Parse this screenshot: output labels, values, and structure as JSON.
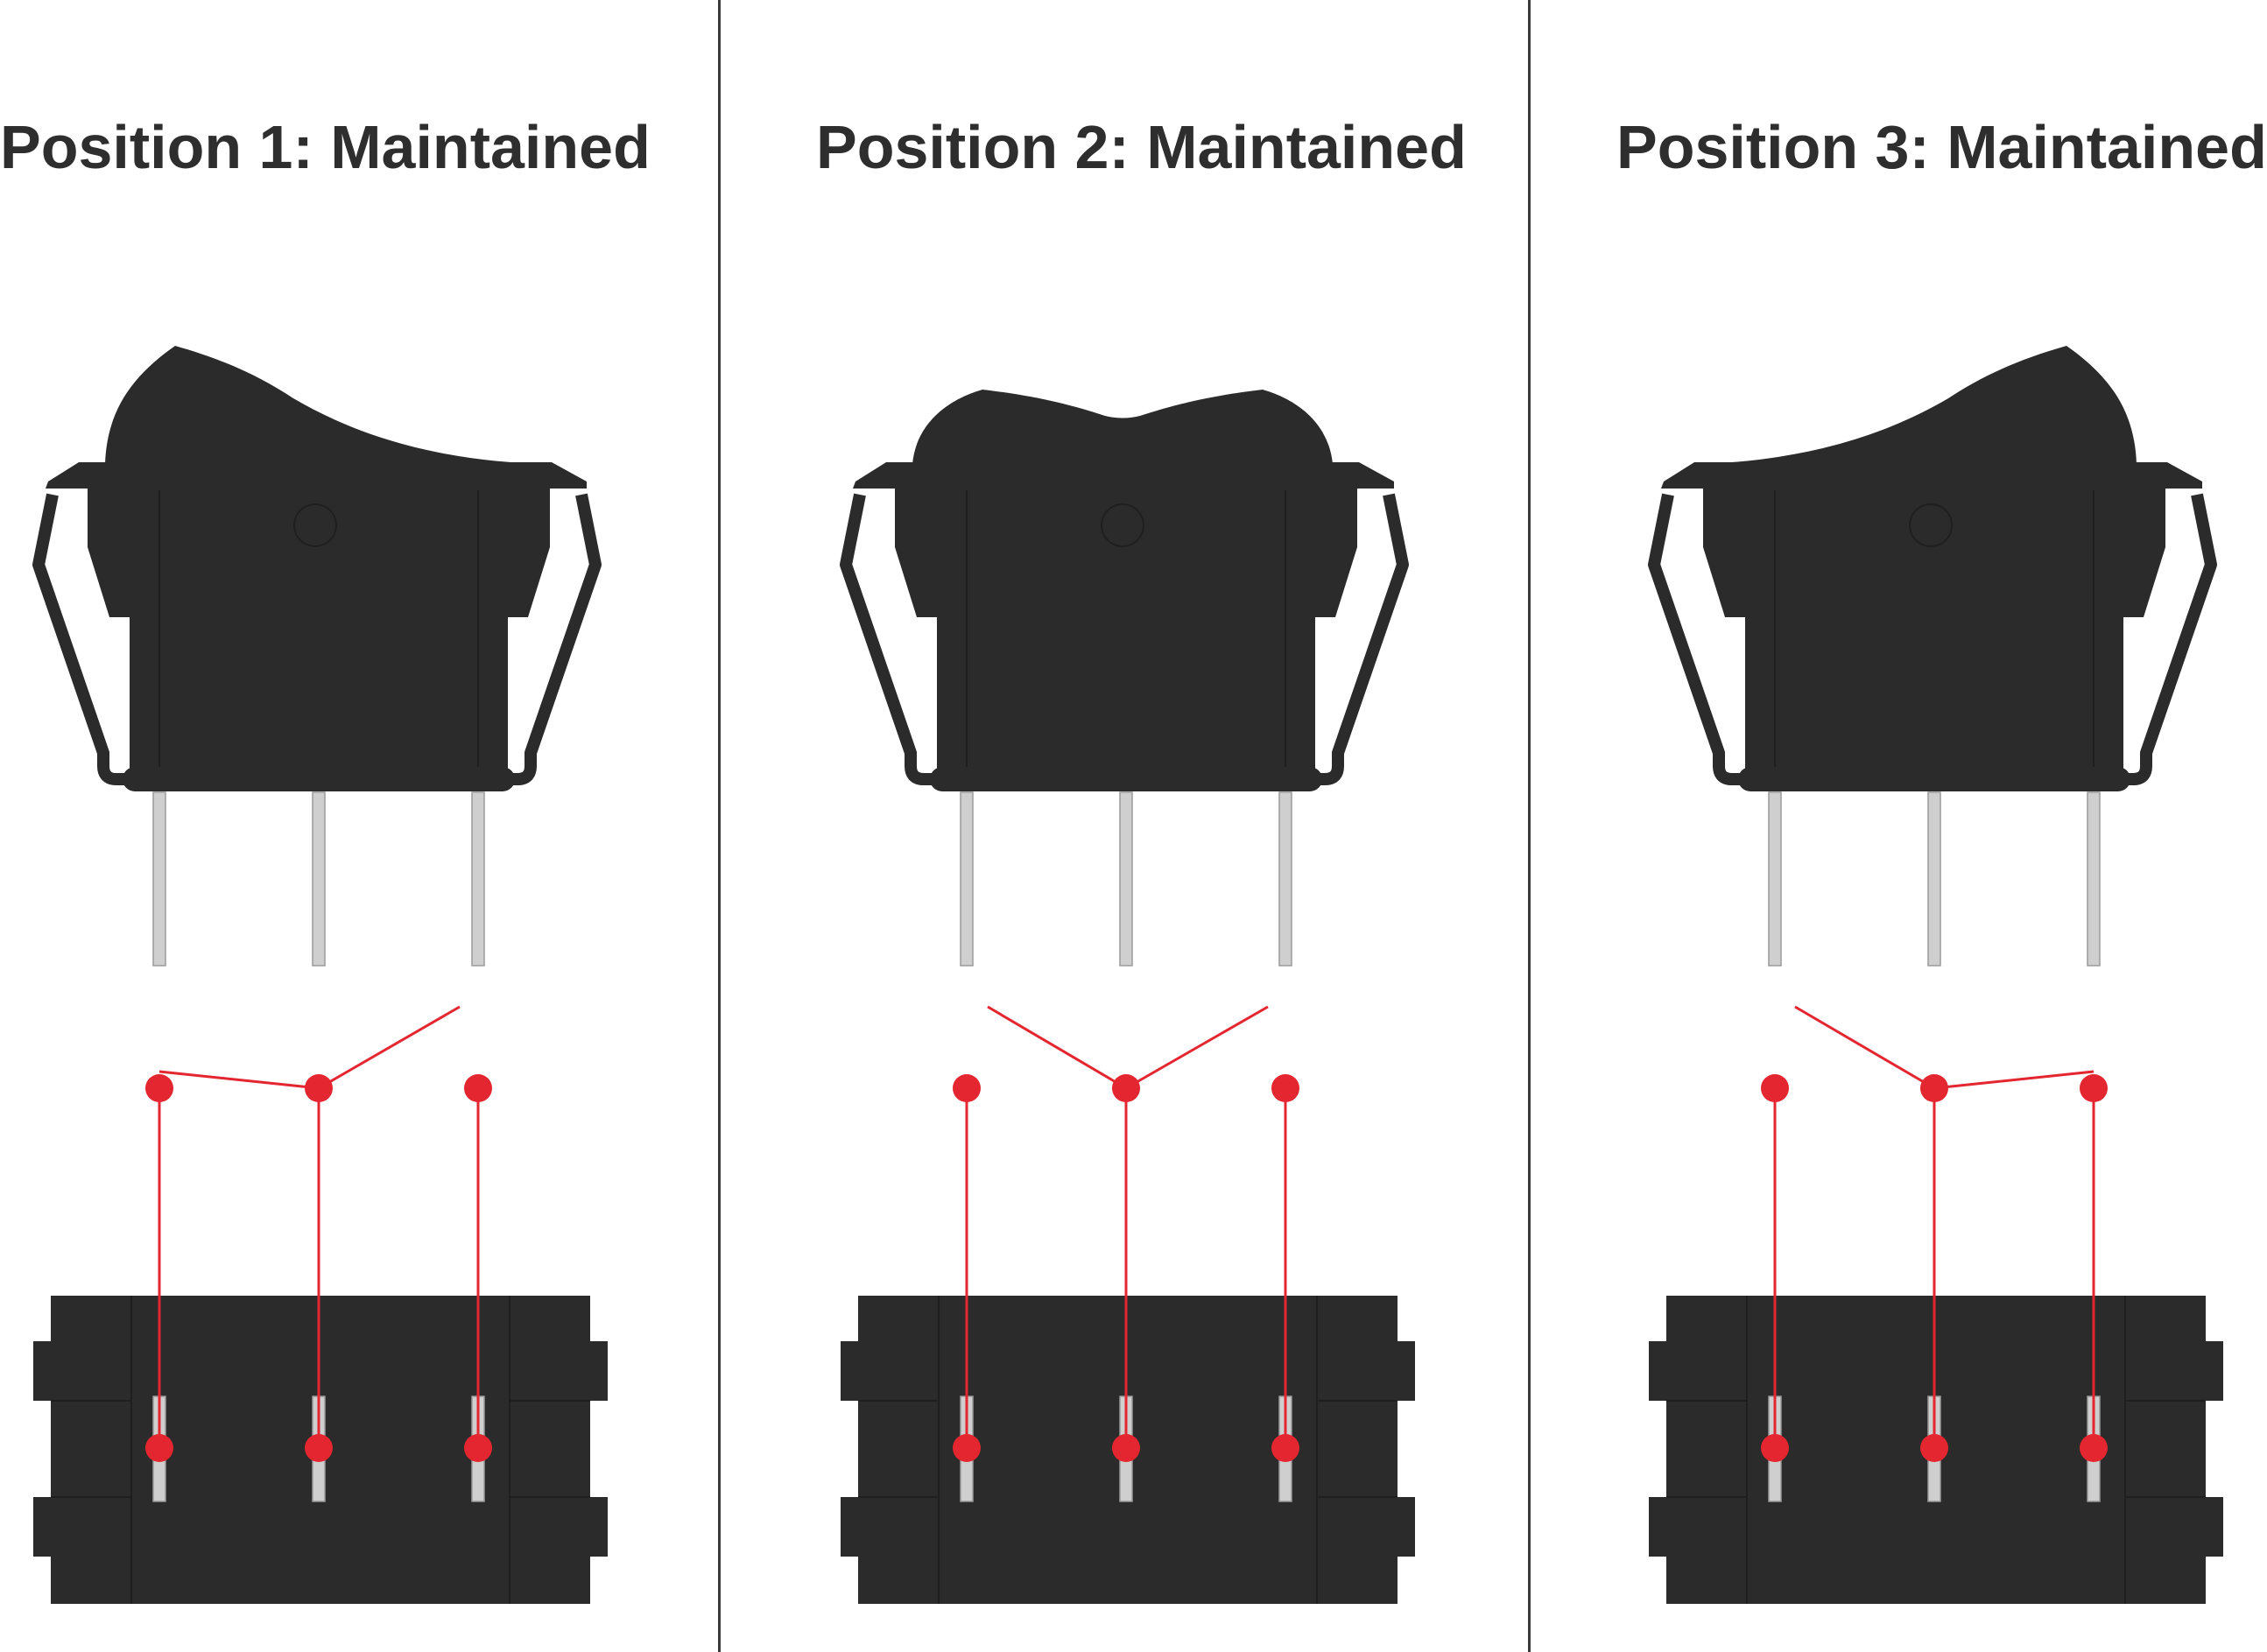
{
  "panels": [
    {
      "title": "Position 1: Maintained",
      "rocker": "left",
      "connected": [
        "left-terminal",
        "center-terminal"
      ]
    },
    {
      "title": "Position 2: Maintained",
      "rocker": "center",
      "connected": []
    },
    {
      "title": "Position 3: Maintained",
      "rocker": "right",
      "connected": [
        "center-terminal",
        "right-terminal"
      ]
    }
  ],
  "colors": {
    "switch_body": "#2b2b2b",
    "wire": "#e3262f",
    "pin": "#cfcfcf",
    "text": "#2e2e2e",
    "divider": "#3a3a3a"
  }
}
